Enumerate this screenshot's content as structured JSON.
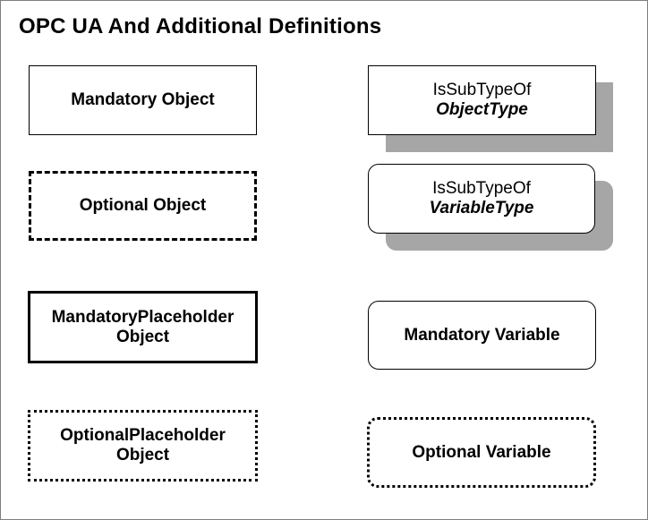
{
  "title": "OPC UA And Additional Definitions",
  "legend": {
    "mandatory_object": "Mandatory Object",
    "optional_object": "Optional Object",
    "mandatory_placeholder_object": [
      "MandatoryPlaceholder",
      "Object"
    ],
    "optional_placeholder_object": [
      "OptionalPlaceholder",
      "Object"
    ],
    "object_type": {
      "relation": "IsSubTypeOf",
      "name": "ObjectType"
    },
    "variable_type": {
      "relation": "IsSubTypeOf",
      "name": "VariableType"
    },
    "mandatory_variable": "Mandatory Variable",
    "optional_variable": "Optional Variable"
  },
  "colors": {
    "border": "#000000",
    "shadow": "#a6a6a6",
    "frame": "#7f7f7f",
    "background": "#ffffff"
  }
}
